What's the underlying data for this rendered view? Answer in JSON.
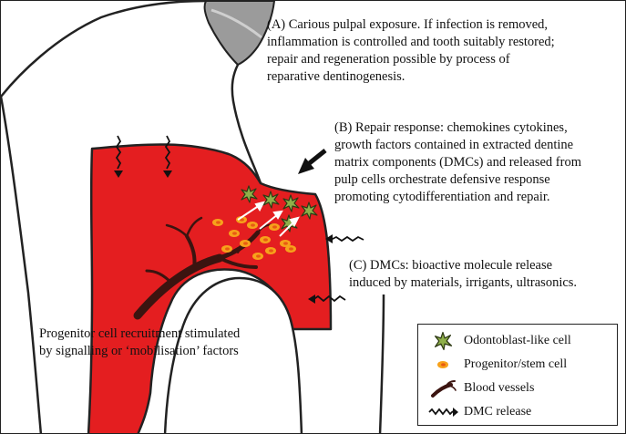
{
  "annotations": {
    "a": "(A) Carious pulpal exposure. If infection is removed,\ninflammation is controlled and tooth suitably restored;\nrepair and regeneration possible by process of\nreparative dentinogenesis.",
    "b": "(B) Repair response: chemokines cytokines,\ngrowth factors contained in extracted dentine\nmatrix components (DMCs) and released from\npulp cells orchestrate defensive response\npromoting cytodifferentiation and repair.",
    "c": "(C) DMCs: bioactive molecule release\ninduced by materials, irrigants, ultrasonics.",
    "progenitor": "Progenitor cell recruitment stimulated\nby signalling or ‘mobilisation’ factors"
  },
  "legend": [
    {
      "icon": "odontoblast-like-cell-icon",
      "label": "Odontoblast-like cell"
    },
    {
      "icon": "progenitor-stem-cell-icon",
      "label": "Progenitor/stem cell"
    },
    {
      "icon": "blood-vessel-icon",
      "label": "Blood vessels"
    },
    {
      "icon": "dmc-release-icon",
      "label": "DMC release"
    }
  ],
  "colors": {
    "pulp": "#e41e20",
    "enamel": "#9a9a9a",
    "vessel": "#3b1410",
    "progenitor": "#f7a21b",
    "odontoblast": "#8fb04a"
  }
}
